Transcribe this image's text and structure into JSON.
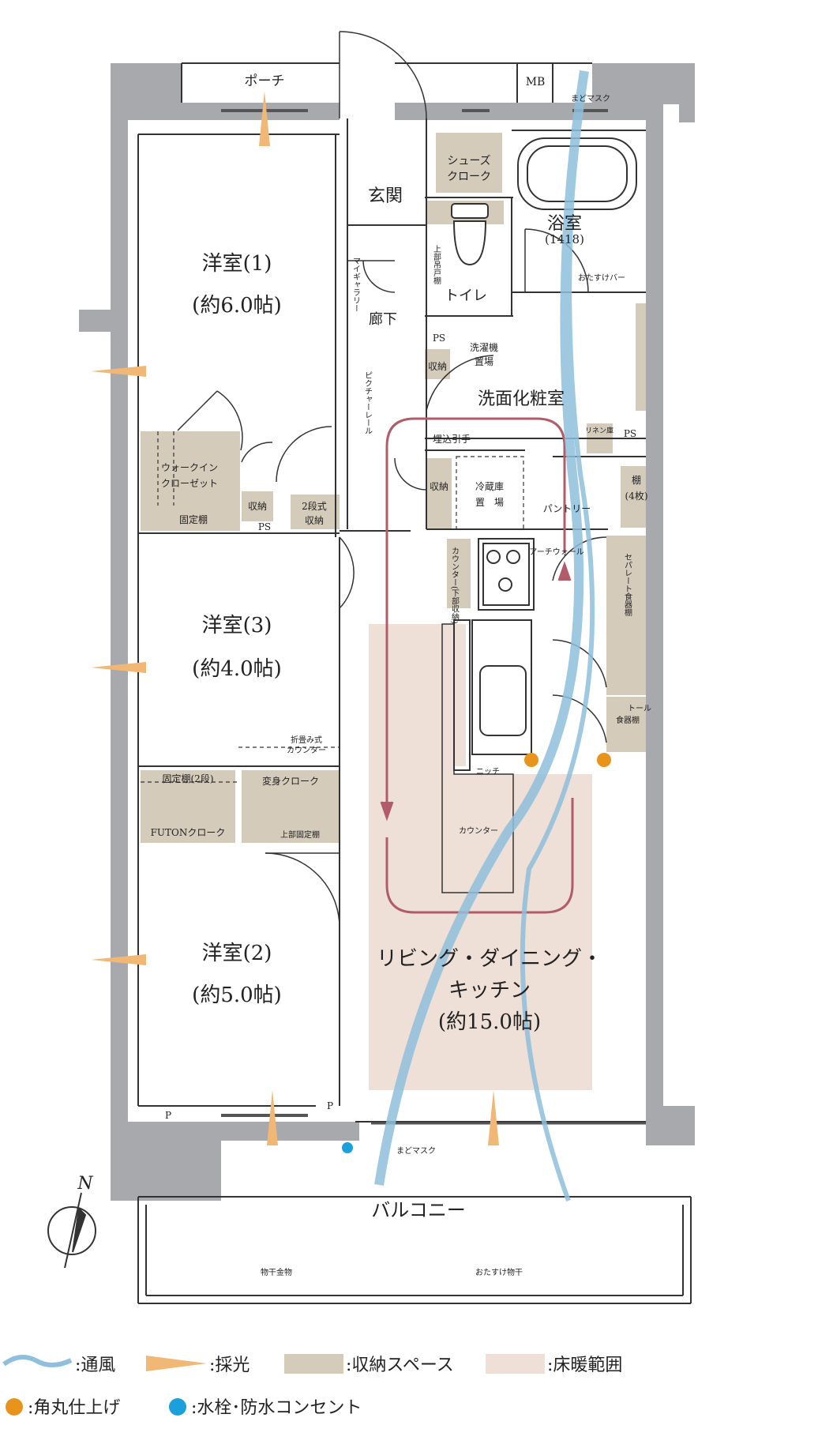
{
  "rooms": {
    "western1_name": "洋室(1)",
    "western1_size": "(約6.0帖)",
    "western3_name": "洋室(3)",
    "western3_size": "(約4.0帖)",
    "western2_name": "洋室(2)",
    "western2_size": "(約5.0帖)",
    "ldk_line1": "リビング・ダイニング・",
    "ldk_line2": "キッチン",
    "ldk_size": "(約15.0帖)",
    "bath_name": "浴室",
    "bath_size": "(1418)",
    "washroom": "洗面化粧室",
    "toilet": "トイレ",
    "entrance": "玄関",
    "corridor": "廊下",
    "porch": "ポーチ",
    "balcony": "バルコニー"
  },
  "labels": {
    "mb": "MB",
    "mado_mask_top": "まどマスク",
    "mado_mask_bottom": "まどマスク",
    "shoes_cloak_1": "シューズ",
    "shoes_cloak_2": "クローク",
    "upper_cabinet": "上部吊戸棚",
    "my_gallery": "マイギャラリー",
    "picture_rail": "ピクチャーレール",
    "ps_1": "PS",
    "ps_2": "PS",
    "ps_3": "PS",
    "storage_small": "収納",
    "washer_1": "洗濯機",
    "washer_2": "置場",
    "linen": "リネン庫",
    "built_in_handle": "埋込引手",
    "assist_bar": "おたすけバー",
    "storage_kitchen": "収納",
    "fridge_1": "冷蔵庫",
    "fridge_2": "置　場",
    "pantry": "パントリー",
    "shelf_1": "棚",
    "shelf_2": "(4枚)",
    "walk_in_1": "ウォークイン",
    "walk_in_2": "クローゼット",
    "fixed_shelf": "固定棚",
    "storage_w1": "収納",
    "two_tier_1": "2段式",
    "two_tier_2": "収納",
    "counter_under": "カウンター(下部収納)",
    "arch_wall": "アーチウォール",
    "separate_cupboard": "セパレート食器棚",
    "tall_cupboard_1": "トール",
    "tall_cupboard_2": "食器棚",
    "niche": "ニッチ",
    "counter": "カウンター",
    "folding_counter_1": "折畳み式",
    "folding_counter_2": "カウンター",
    "fixed_shelf_2": "固定棚(2段)",
    "futon_cloak": "FUTONクローク",
    "henshin_cloak": "変身クローク",
    "upper_fixed_shelf": "上部固定棚",
    "p_1": "P",
    "p_2": "P",
    "laundry_pole": "物干金物",
    "assist_laundry": "おたすけ物干",
    "north": "N"
  },
  "legend": {
    "ventilation": ":通風",
    "daylight": ":採光",
    "storage_space": ":収納スペース",
    "floor_heating": ":床暖範囲",
    "rounded_finish": ":角丸仕上げ",
    "faucet": ":水栓･防水コンセント"
  },
  "colors": {
    "wall": "#a7a9ac",
    "storage": "#d5cbbb",
    "floor_heating": "#eedfd7",
    "ventilation": "#8fbfdc",
    "daylight": "#f1b774",
    "kitchen_loop": "#b25c6a",
    "rounded_dot": "#e8941c",
    "faucet_dot": "#1ca0dc"
  }
}
